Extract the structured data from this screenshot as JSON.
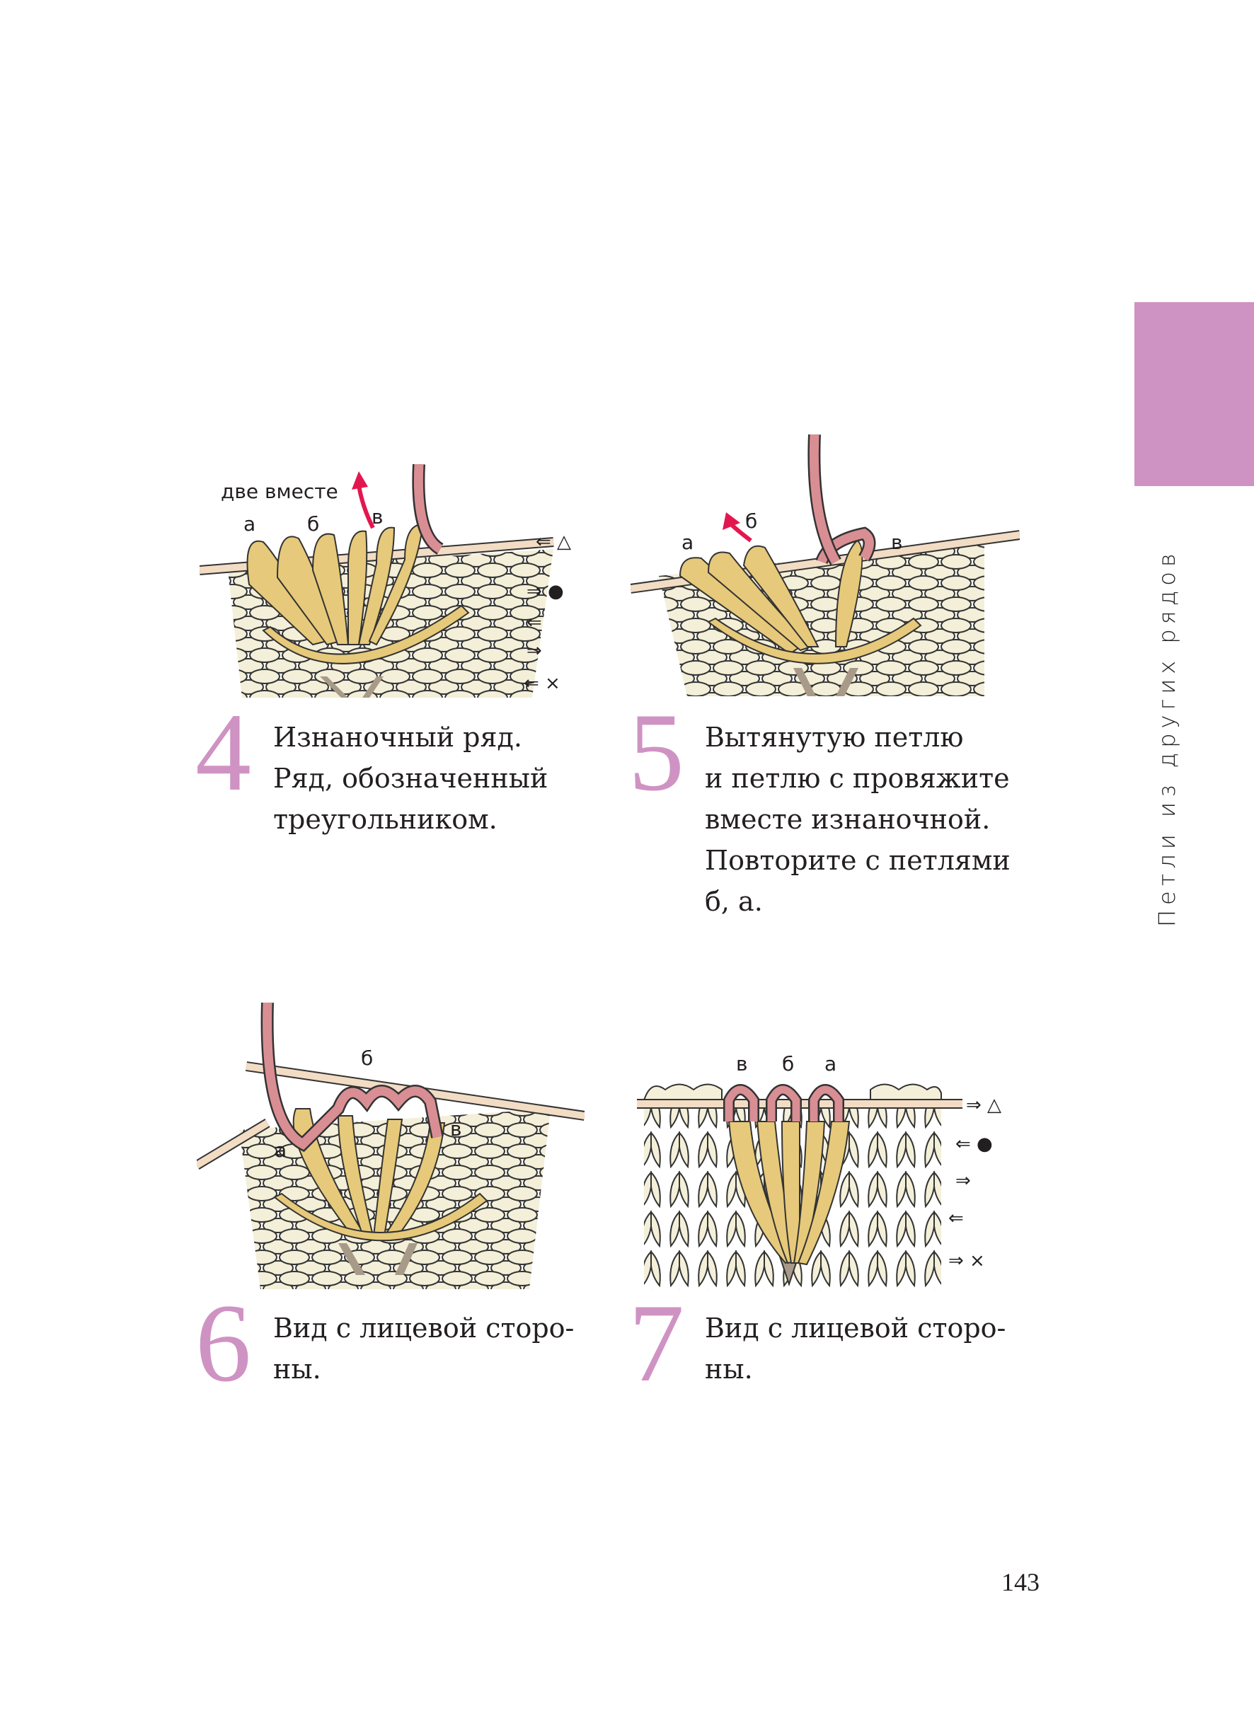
{
  "section_tab": {
    "title": "Петли из других рядов",
    "color": "#cf93c3"
  },
  "steps": [
    {
      "number": "4",
      "lines": [
        "Изнаночный ряд.",
        "Ряд, обозначенный",
        "треугольником."
      ],
      "figure": {
        "caption_top": "две вместе",
        "labels": [
          "а",
          "б",
          "в"
        ],
        "row_marks": [
          "⇐ △",
          "⇒ ●",
          "⇐",
          "⇒",
          "⇐ ×"
        ]
      }
    },
    {
      "number": "5",
      "lines": [
        "Вытянутую петлю",
        "и петлю с провяжите",
        "вместе изнаночной.",
        "Повторите с петлями",
        "б, а."
      ],
      "figure": {
        "labels": [
          "а",
          "б",
          "в"
        ]
      }
    },
    {
      "number": "6",
      "lines": [
        "Вид с лицевой сторо-",
        "ны."
      ],
      "figure": {
        "labels": [
          "а",
          "б",
          "в"
        ]
      }
    },
    {
      "number": "7",
      "lines": [
        "Вид с лицевой сторо-",
        "ны."
      ],
      "figure": {
        "labels": [
          "в",
          "б",
          "а"
        ],
        "row_marks": [
          "⇒ △",
          "⇐ ●",
          "⇒",
          "⇐",
          "⇒ ×"
        ]
      }
    }
  ],
  "colors": {
    "stitch": "#f3efd9",
    "loop": "#e6c97a",
    "yarn": "#d98e94",
    "needle": "#f2dcc4",
    "accent_arrow": "#e3174f"
  },
  "page_number": "143"
}
